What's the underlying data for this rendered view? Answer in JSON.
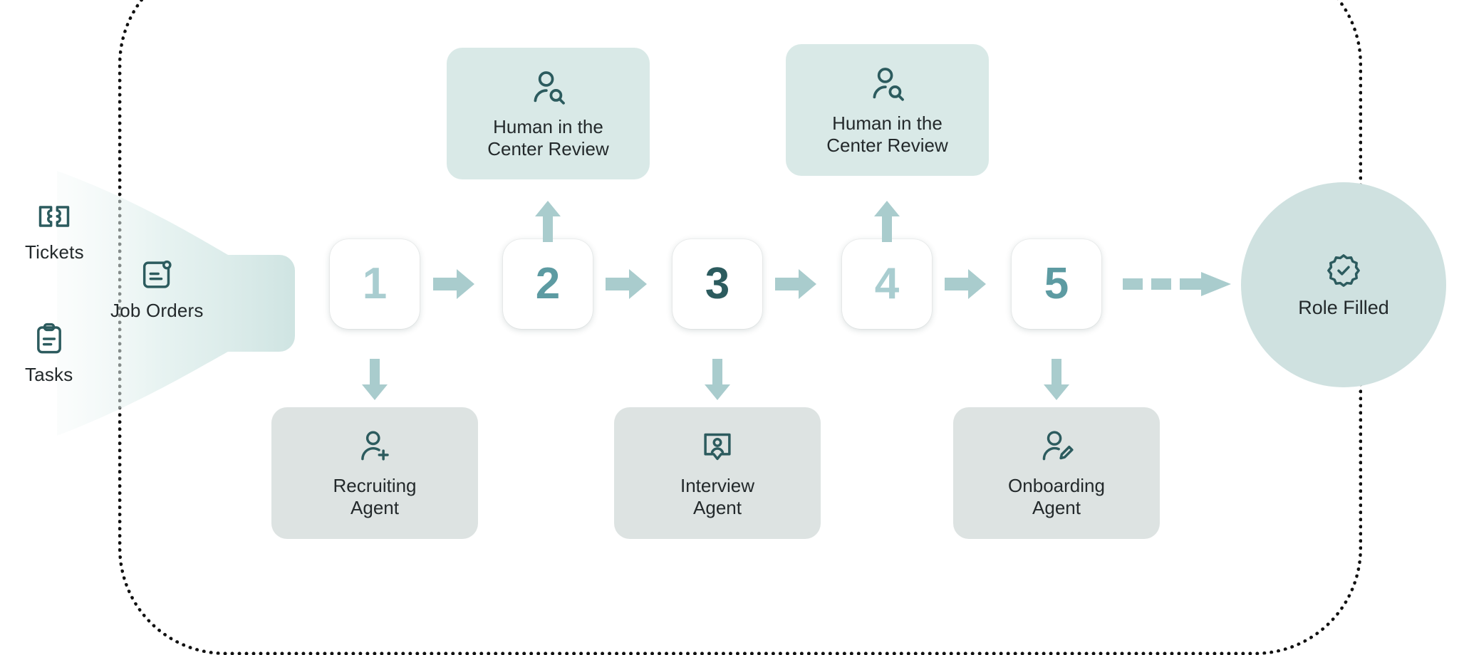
{
  "diagram": {
    "title": "Recruiting workflow with human-in-the-center review",
    "colors": {
      "accent_teal": "#2c5b5e",
      "arrow": "#a9cccd",
      "review_card_bg": "#d9e9e7",
      "agent_card_bg": "#dde3e2",
      "outcome_bg": "#cfe1e0",
      "step_light": "#a9cdd0",
      "step_mid": "#5d9ba2",
      "step_dark": "#2c5b5e",
      "boundary": "#111111",
      "text": "#23292b"
    }
  },
  "sources": [
    {
      "label": "Tickets",
      "icon": "ticket-icon"
    },
    {
      "label": "Job Orders",
      "icon": "job-order-icon"
    },
    {
      "label": "Tasks",
      "icon": "clipboard-tasks-icon"
    }
  ],
  "steps": [
    {
      "number": "1",
      "tone": "light"
    },
    {
      "number": "2",
      "tone": "mid"
    },
    {
      "number": "3",
      "tone": "dark"
    },
    {
      "number": "4",
      "tone": "light"
    },
    {
      "number": "5",
      "tone": "mid"
    }
  ],
  "reviews": [
    {
      "line1": "Human in the",
      "line2": "Center Review",
      "icon": "person-search-icon",
      "for_step": "2"
    },
    {
      "line1": "Human in the",
      "line2": "Center Review",
      "icon": "person-search-icon",
      "for_step": "4"
    }
  ],
  "agents": [
    {
      "line1": "Recruiting",
      "line2": "Agent",
      "icon": "person-add-icon",
      "for_step": "1"
    },
    {
      "line1": "Interview",
      "line2": "Agent",
      "icon": "person-card-icon",
      "for_step": "3"
    },
    {
      "line1": "Onboarding",
      "line2": "Agent",
      "icon": "person-edit-icon",
      "for_step": "5"
    }
  ],
  "outcome": {
    "label": "Role Filled",
    "icon": "verified-badge-icon"
  },
  "connectors": {
    "step_arrows": [
      "arrow-right-icon",
      "arrow-right-icon",
      "arrow-right-icon",
      "arrow-right-icon"
    ],
    "review_arrows": [
      "arrow-up-icon",
      "arrow-up-icon"
    ],
    "agent_arrows": [
      "arrow-down-icon",
      "arrow-down-icon",
      "arrow-down-icon"
    ],
    "final_arrow": "dashed-arrow-right-icon"
  }
}
